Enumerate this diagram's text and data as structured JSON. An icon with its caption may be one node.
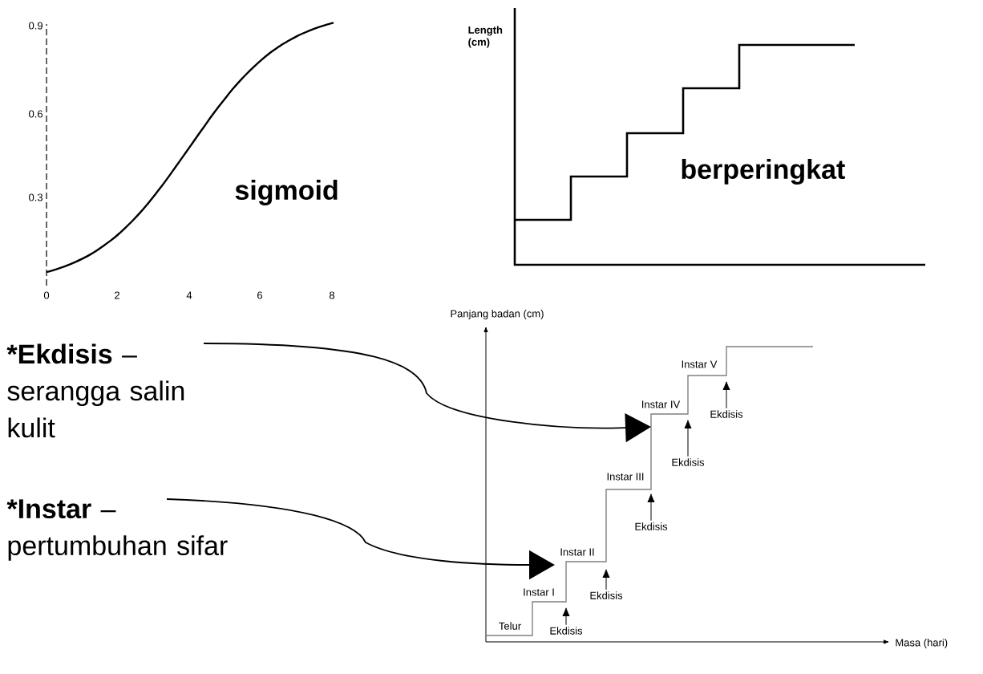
{
  "diagram": {
    "nodes": [
      {
        "text": [
          "*Ekdisis",
          "– serangga salin kulit"
        ]
      },
      {
        "text": [
          "*Instar",
          "– pertumbuhan sifar"
        ]
      },
      {
        "text": [
          "Ekdisis"
        ]
      },
      {
        "text": [
          "Ekdisis"
        ]
      },
      {
        "text": [
          "Ekdisis"
        ]
      },
      {
        "text": [
          "Ekdisis"
        ]
      },
      {
        "text": [
          "Ekdisis"
        ]
      },
      {
        "text": [
          "Instar I"
        ]
      },
      {
        "text": [
          "Instar II"
        ]
      },
      {
        "text": [
          "Instar III"
        ]
      },
      {
        "text": [
          "Instar IV"
        ]
      },
      {
        "text": [
          "Instar V"
        ]
      }
    ],
    "edges": [
      {
        "from": 0,
        "to": 5,
        "arrow": "to"
      },
      {
        "from": 1,
        "to": 7,
        "arrow": "to"
      },
      {
        "from": 2,
        "to": 7,
        "arrow": "to"
      },
      {
        "from": 3,
        "to": 8,
        "arrow": "to"
      },
      {
        "from": 4,
        "to": 9,
        "arrow": "to"
      },
      {
        "from": 5,
        "to": 10,
        "arrow": "to"
      },
      {
        "from": 6,
        "to": 11,
        "arrow": "to"
      }
    ],
    "labels": [
      "0.9",
      "0.6",
      "0.3",
      "0",
      "2",
      "4",
      "6",
      "8",
      "sigmoid",
      "Length (cm)",
      "berperingkat",
      "Panjang badan (cm)",
      "Telur",
      "Masa (hari)"
    ]
  }
}
